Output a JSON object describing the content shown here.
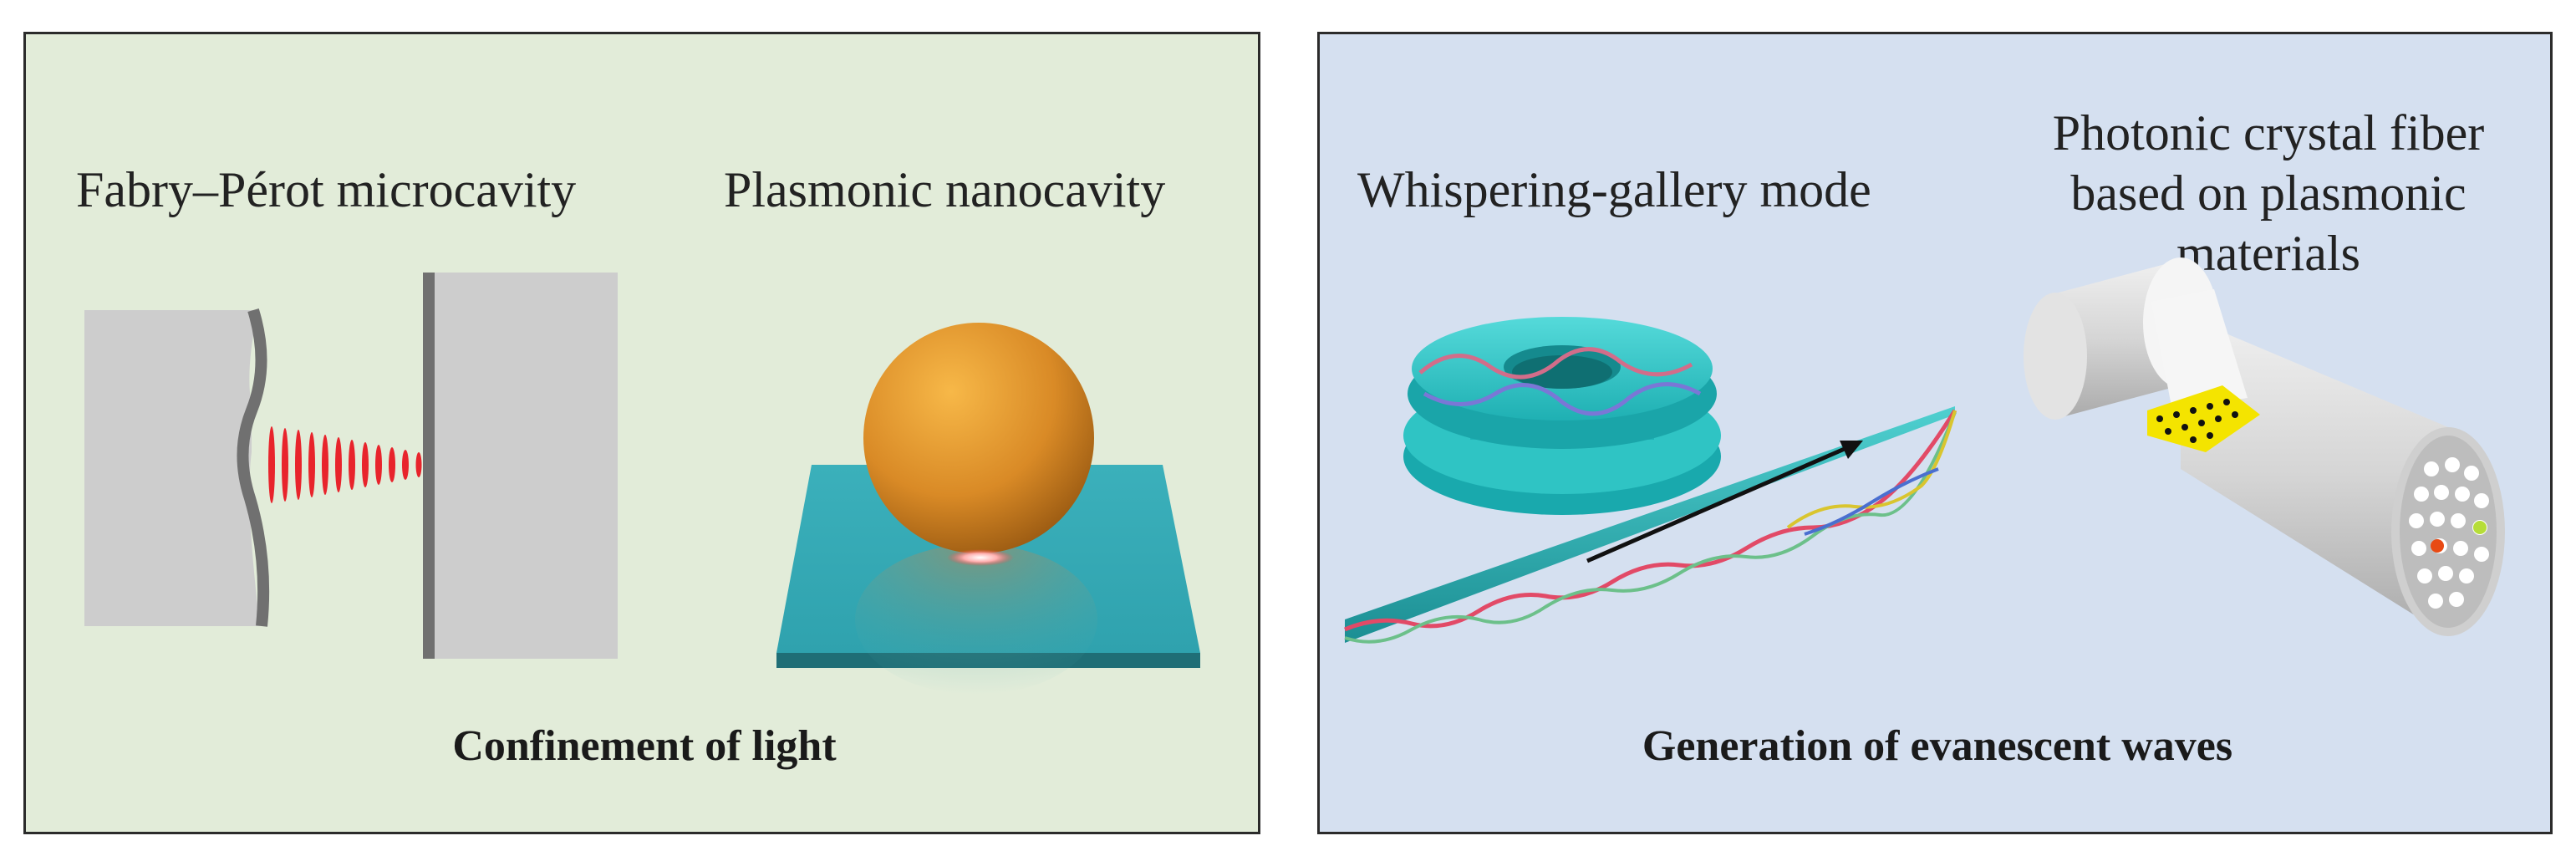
{
  "left_panel": {
    "fabry_perot_label": "Fabry–Pérot microcavity",
    "plasmonic_label": "Plasmonic nanocavity",
    "footer": "Confinement of light"
  },
  "right_panel": {
    "wgm_label": "Whispering-gallery mode",
    "pcf_label_lines": [
      "Photonic crystal fiber",
      "based on plasmonic",
      "materials"
    ],
    "footer": "Generation of evanescent waves"
  },
  "colors": {
    "left_background": "#e2ecd9",
    "right_background": "#d5e0f0",
    "mirror_gray": "#cdcdcd",
    "light_red": "#e8242c",
    "gold_sphere": "#e0992e",
    "substrate_teal": "#3fb3be",
    "wgm_teal": "#2fc4c4",
    "pcf_gray": "#d6d6d6",
    "pcf_core_yellow": "#f4e400"
  }
}
